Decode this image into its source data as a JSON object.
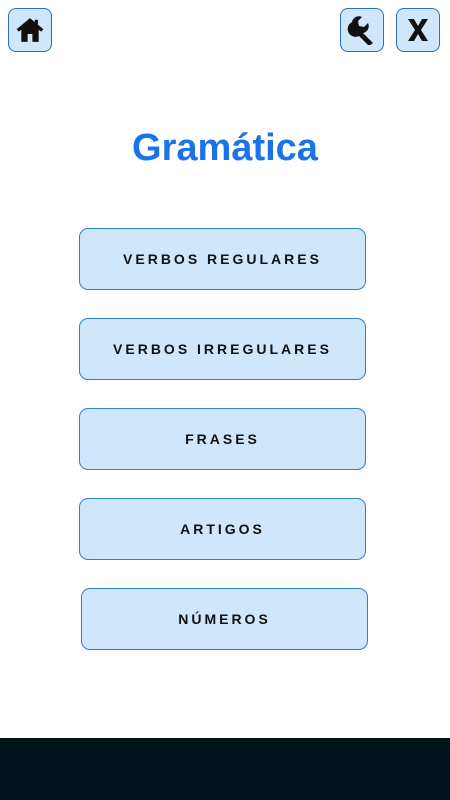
{
  "app": {
    "title": "Gramática"
  },
  "toolbar": {
    "home_icon": "home-icon",
    "settings_icon": "wrench-icon",
    "close_icon": "close-icon",
    "close_glyph": "X"
  },
  "menu": {
    "items": [
      {
        "label": "VERBOS REGULARES"
      },
      {
        "label": "VERBOS IRREGULARES"
      },
      {
        "label": "FRASES"
      },
      {
        "label": "ARTIGOS"
      },
      {
        "label": "NÚMEROS"
      }
    ]
  },
  "colors": {
    "accent": "#1a73e8",
    "button_fill": "#cfe6fb",
    "button_border": "#2f7fd1",
    "bottom_bar": "#02141c"
  }
}
